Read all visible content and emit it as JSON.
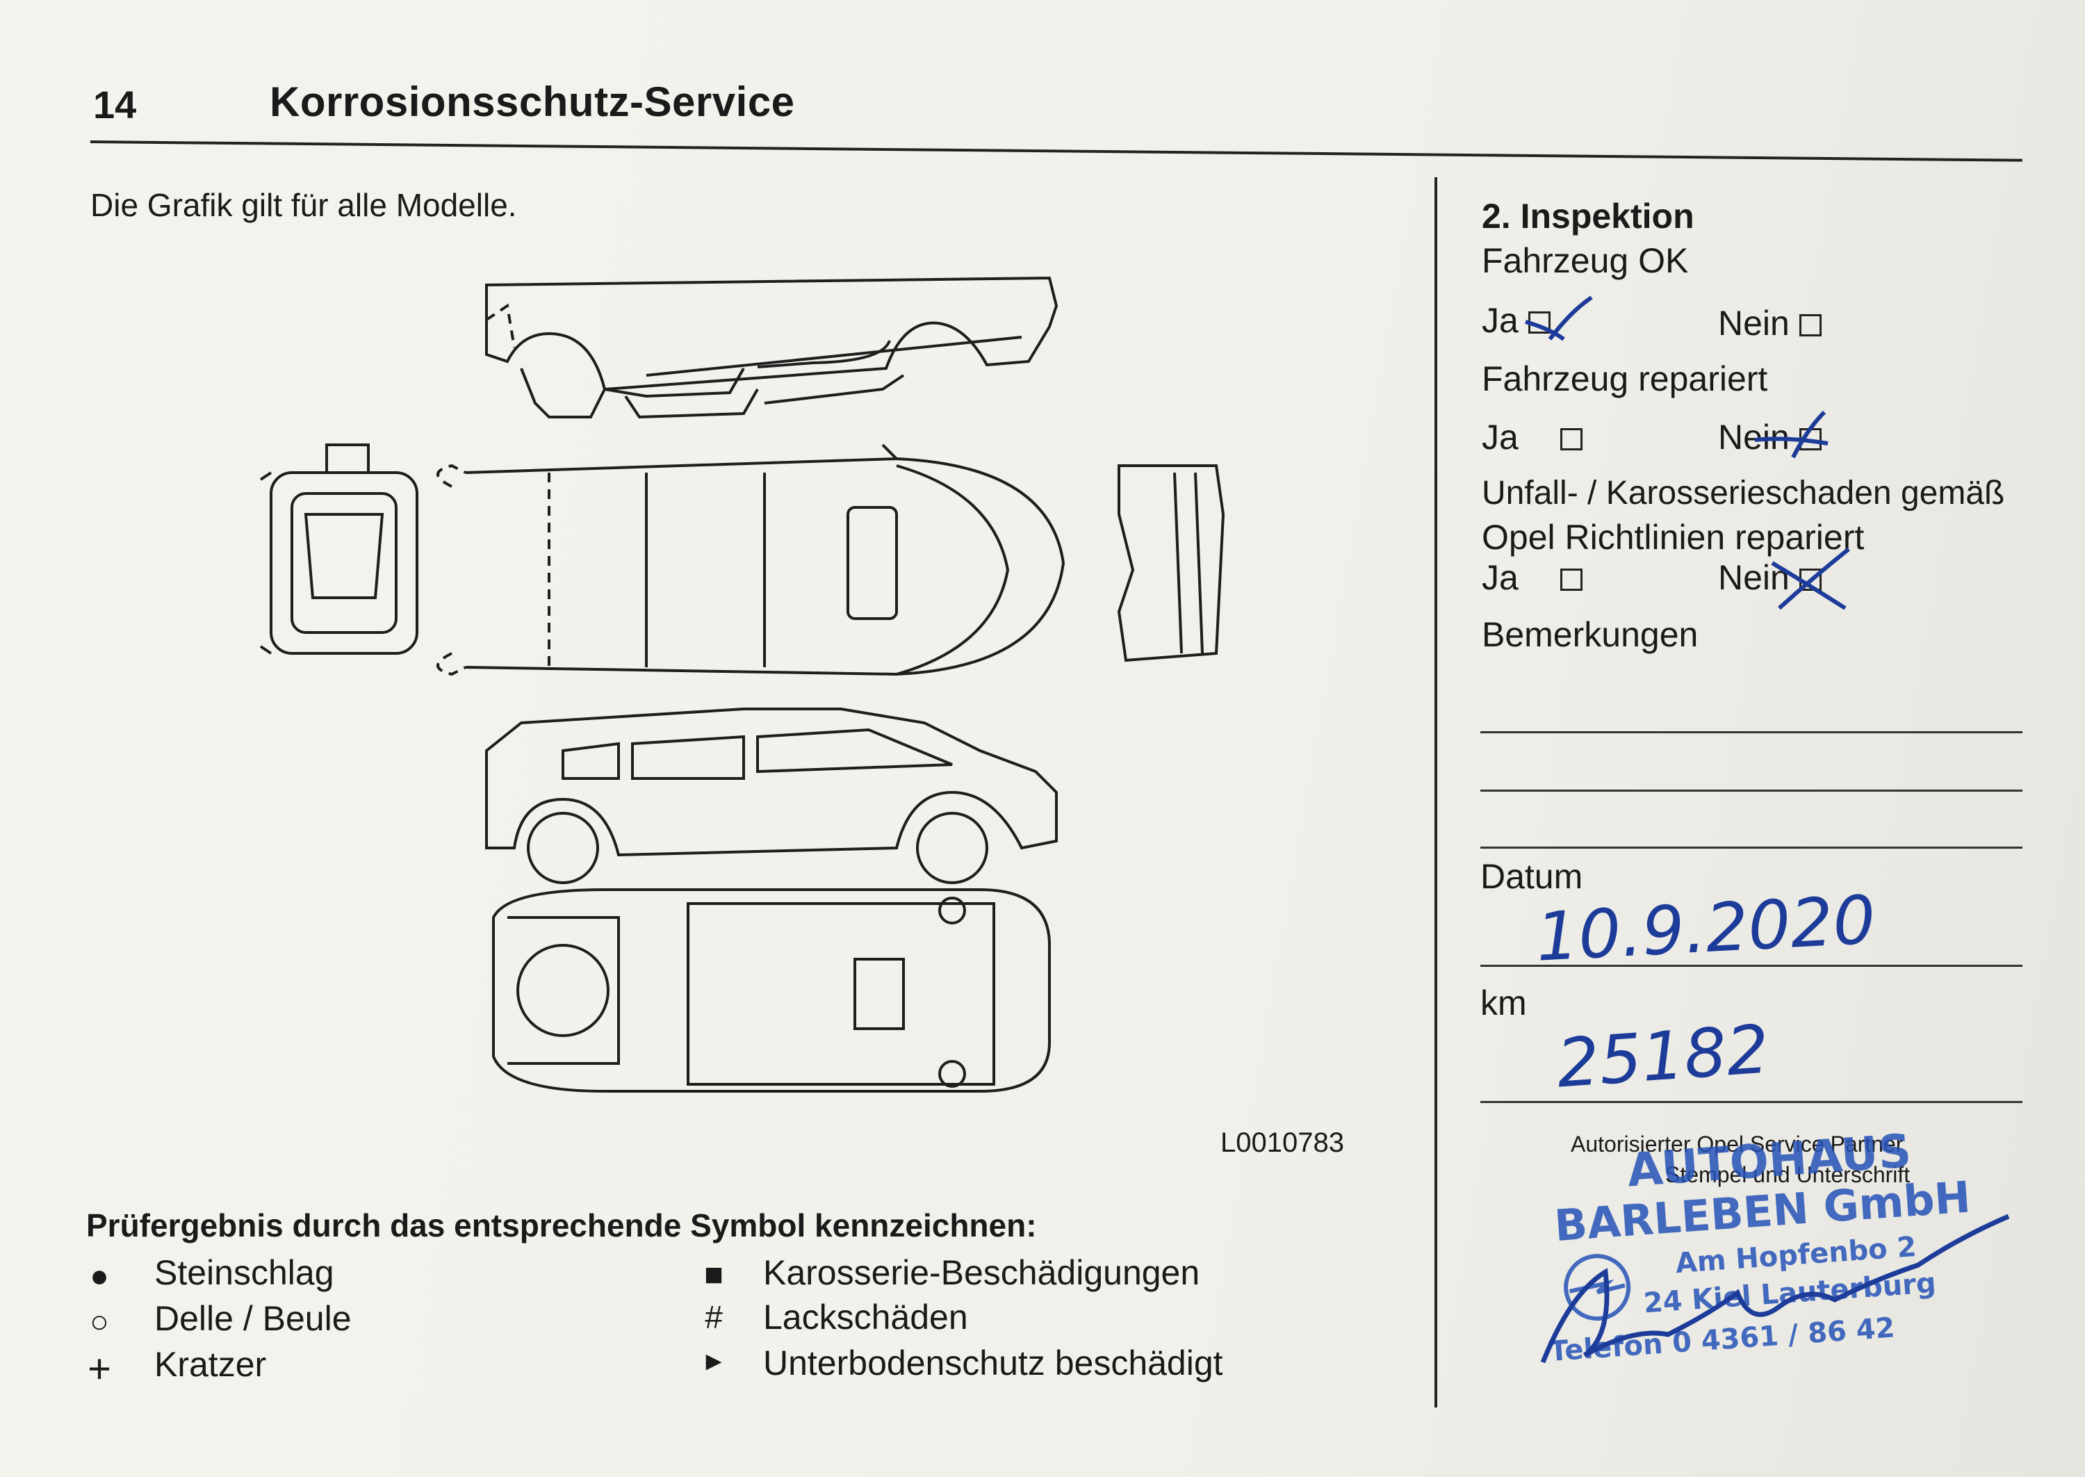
{
  "header": {
    "page_number": "14",
    "title": "Korrosionsschutz-Service"
  },
  "intro_text": "Die Grafik gilt für alle Modelle.",
  "figure_code": "L0010783",
  "legend": {
    "title": "Prüfergebnis durch das entsprechende Symbol kennzeichnen:",
    "items": [
      {
        "symbol": "●",
        "label": "Steinschlag"
      },
      {
        "symbol": "○",
        "label": "Delle / Beule"
      },
      {
        "symbol": "+",
        "label": "Kratzer"
      },
      {
        "symbol": "■",
        "label": "Karosserie-Beschädigungen"
      },
      {
        "symbol": "#",
        "label": "Lackschäden"
      },
      {
        "symbol": "►",
        "label": "Unterbodenschutz beschädigt"
      }
    ]
  },
  "inspection": {
    "title": "2. Inspektion",
    "q1": {
      "label": "Fahrzeug OK",
      "yes": "Ja",
      "no": "Nein",
      "checked": "yes"
    },
    "q2": {
      "label": "Fahrzeug repariert",
      "yes": "Ja",
      "no": "Nein",
      "checked": "no"
    },
    "q3": {
      "label_line1": "Unfall- / Karosserieschaden gemäß",
      "label_line2": "Opel Richtlinien repariert",
      "yes": "Ja",
      "no": "Nein",
      "checked": "no"
    },
    "remarks_label": "Bemerkungen",
    "date_label": "Datum",
    "date_value": "10.9.2020",
    "km_label": "km",
    "km_value": "25182",
    "partner_label_line1": "Autorisierter Opel Service Partner",
    "partner_label_line2": "Stempel und Unterschrift"
  },
  "stamp": {
    "line1": "AUTOHAUS",
    "line2": "BARLEBEN GmbH",
    "line3": "Am Hopfenbo 2",
    "line4": "24 Kiel Lauterburg",
    "line5": "Telefon 0 4361 / 86 42"
  },
  "colors": {
    "ink": "#1d3c9a",
    "stamp": "#2553b8",
    "paper": "#f2f1ec"
  }
}
